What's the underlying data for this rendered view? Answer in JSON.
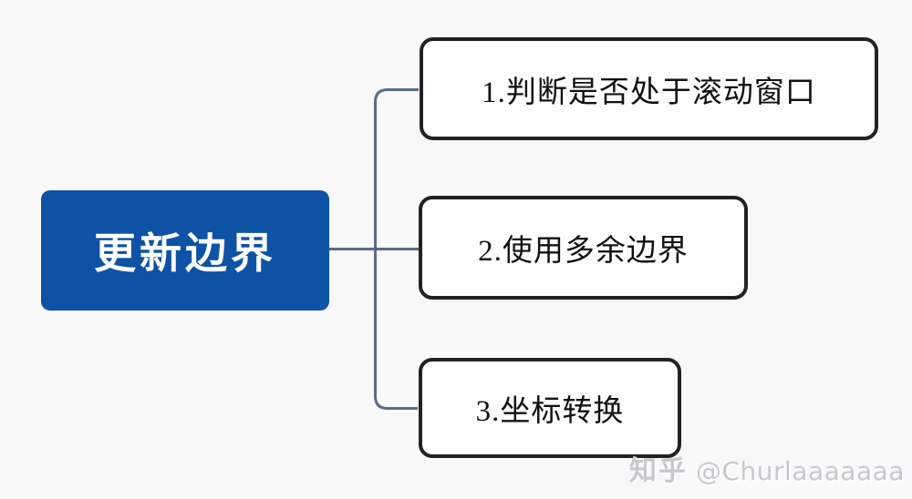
{
  "diagram": {
    "type": "mindmap",
    "root": {
      "label": "更新边界"
    },
    "children": [
      {
        "label": "1.判断是否处于滚动窗口"
      },
      {
        "label": "2.使用多余边界"
      },
      {
        "label": "3.坐标转换"
      }
    ]
  },
  "watermark": {
    "brand": "知乎",
    "handle": "@Churlaaaaaaa"
  },
  "colors": {
    "background": "#f8f8f9",
    "root_fill": "#0e52a5",
    "root_text": "#ffffff",
    "child_fill": "#fefefe",
    "child_border": "#222222",
    "child_text": "#111111",
    "connector": "#5b6b87",
    "watermark_text": "#c8c8ca"
  }
}
